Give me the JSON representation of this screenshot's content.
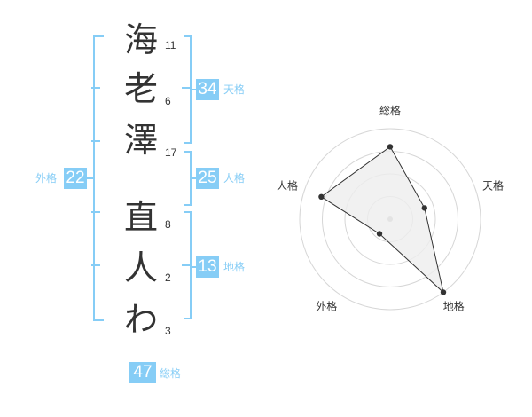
{
  "name_chars": [
    {
      "char": "海",
      "strokes": "11"
    },
    {
      "char": "老",
      "strokes": "6"
    },
    {
      "char": "澤",
      "strokes": "17"
    },
    {
      "char": "直",
      "strokes": "8"
    },
    {
      "char": "人",
      "strokes": "2"
    },
    {
      "char": "わ",
      "strokes": "3"
    }
  ],
  "fortunes": {
    "tenkaku": {
      "value": "34",
      "label": "天格"
    },
    "jinkaku": {
      "value": "25",
      "label": "人格"
    },
    "chikaku": {
      "value": "13",
      "label": "地格"
    },
    "gaikaku": {
      "value": "22",
      "label": "外格"
    },
    "soukaku": {
      "value": "47",
      "label": "総格"
    }
  },
  "colors": {
    "accent": "#86cdf6",
    "text": "#333333",
    "grid": "#d6d6d6",
    "polygon_fill": "#eeeeee",
    "point": "#333333",
    "center_dot": "#bbbbbb"
  },
  "chart_data": {
    "type": "radar",
    "axes": [
      "総格",
      "天格",
      "地格",
      "外格",
      "人格"
    ],
    "values": [
      4,
      2,
      5,
      1,
      4
    ],
    "rmax": 5,
    "ring_count": 4
  }
}
